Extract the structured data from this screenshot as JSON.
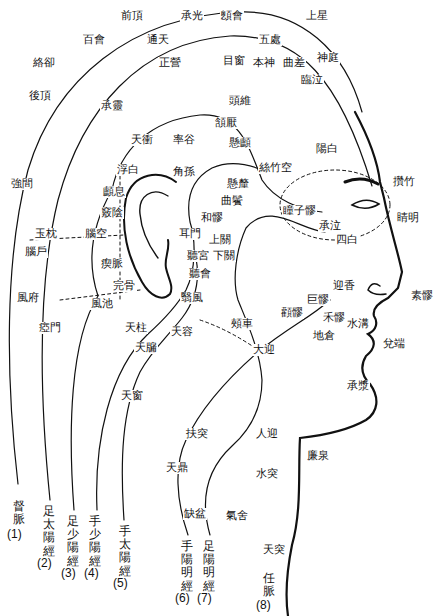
{
  "diagram": {
    "labels": [
      "前頂",
      "承光",
      "顖會",
      "上星",
      "百會",
      "通天",
      "五處",
      "絡卻",
      "正營",
      "目窗",
      "本神",
      "曲差",
      "神庭",
      "臨泣",
      "後頂",
      "承靈",
      "頭維",
      "頷厭",
      "天衝",
      "率谷",
      "懸顱",
      "陽白",
      "絲竹空",
      "浮白",
      "角孫",
      "懸釐",
      "攢竹",
      "強間",
      "曲鬢",
      "瞳子髎",
      "睛明",
      "竅陰",
      "和髎",
      "承泣",
      "耳門",
      "上關",
      "四白",
      "玉枕",
      "腦空",
      "腦戶",
      "顱息",
      "瘈脈",
      "聽宮",
      "下關",
      "聽會",
      "迎香",
      "巨髎",
      "素髎",
      "顴髎",
      "禾髎",
      "水溝",
      "完骨",
      "風池",
      "翳風",
      "風府",
      "地倉",
      "兌端",
      "頰車",
      "天柱",
      "瘂門",
      "天容",
      "天牖",
      "大迎",
      "承漿",
      "天窗",
      "扶突",
      "人迎",
      "廉泉",
      "天鼎",
      "水突",
      "缺盆",
      "氣舍",
      "天突",
      "督脈",
      "(1)",
      "足太陽經",
      "(2)",
      "足少陽經",
      "(3)",
      "手少陽經",
      "(4)",
      "手太陽經",
      "(5)",
      "手陽明經",
      "(6)",
      "足陽明經",
      "(7)",
      "任脈",
      "(8)"
    ]
  }
}
